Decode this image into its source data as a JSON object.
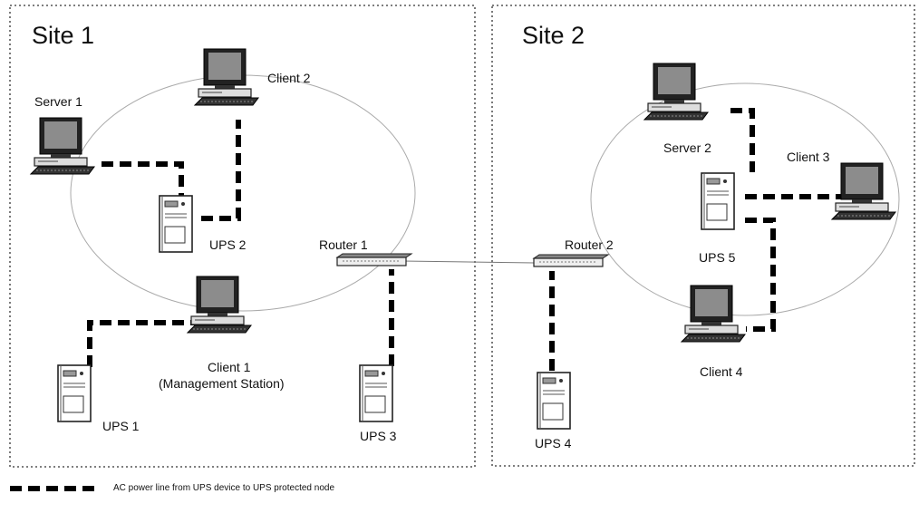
{
  "sites": [
    {
      "title": "Site 1"
    },
    {
      "title": "Site 2"
    }
  ],
  "nodes": {
    "server1": "Server 1",
    "client2": "Client 2",
    "ups2": "UPS 2",
    "router1": "Router 1",
    "client1_line1": "Client 1",
    "client1_line2": "(Management Station)",
    "ups1": "UPS 1",
    "ups3": "UPS 3",
    "router2": "Router 2",
    "ups4": "UPS 4",
    "server2": "Server 2",
    "client3": "Client 3",
    "ups5": "UPS 5",
    "client4": "Client 4"
  },
  "legend": {
    "text": "AC power line from UPS device to UPS protected node"
  }
}
